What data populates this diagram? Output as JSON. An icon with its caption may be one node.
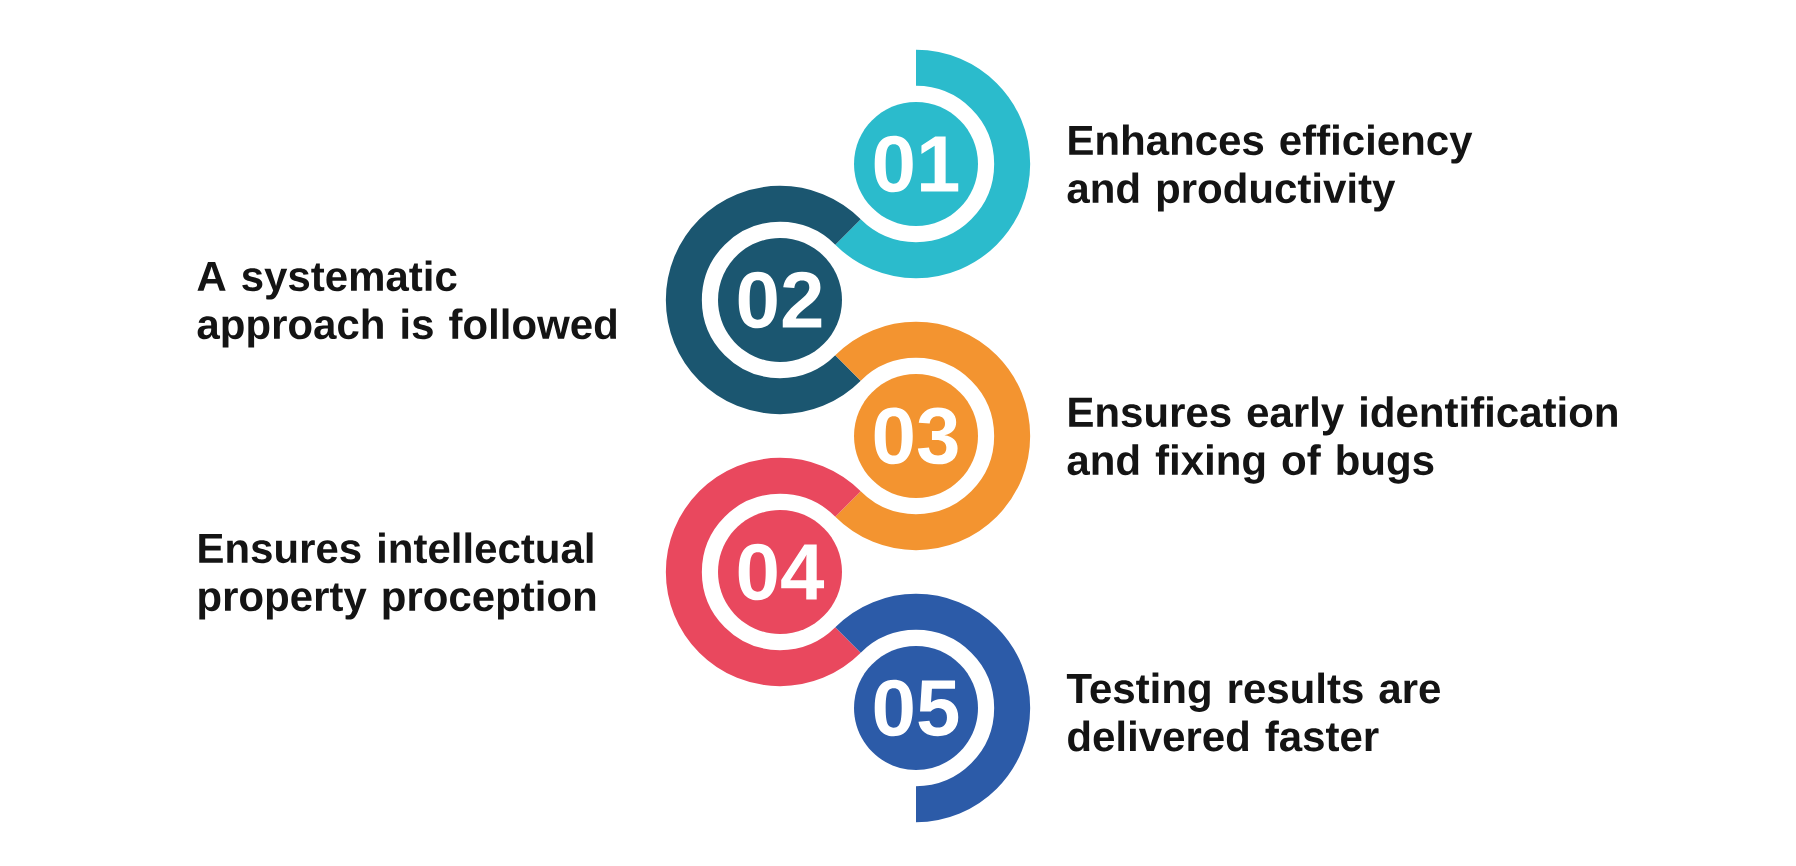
{
  "diagram": {
    "nodes": [
      {
        "text": [
          "01"
        ],
        "beside": [
          "Enhances efficiency and productivity"
        ]
      },
      {
        "text": [
          "02"
        ],
        "beside": [
          "A systematic approach is followed"
        ]
      },
      {
        "text": [
          "03"
        ],
        "beside": [
          "Ensures early identification and fixing of bugs"
        ]
      },
      {
        "text": [
          "04"
        ],
        "beside": [
          "Ensures intellectual property proception"
        ]
      },
      {
        "text": [
          "05"
        ],
        "beside": [
          "Testing results are delivered faster"
        ]
      }
    ]
  }
}
